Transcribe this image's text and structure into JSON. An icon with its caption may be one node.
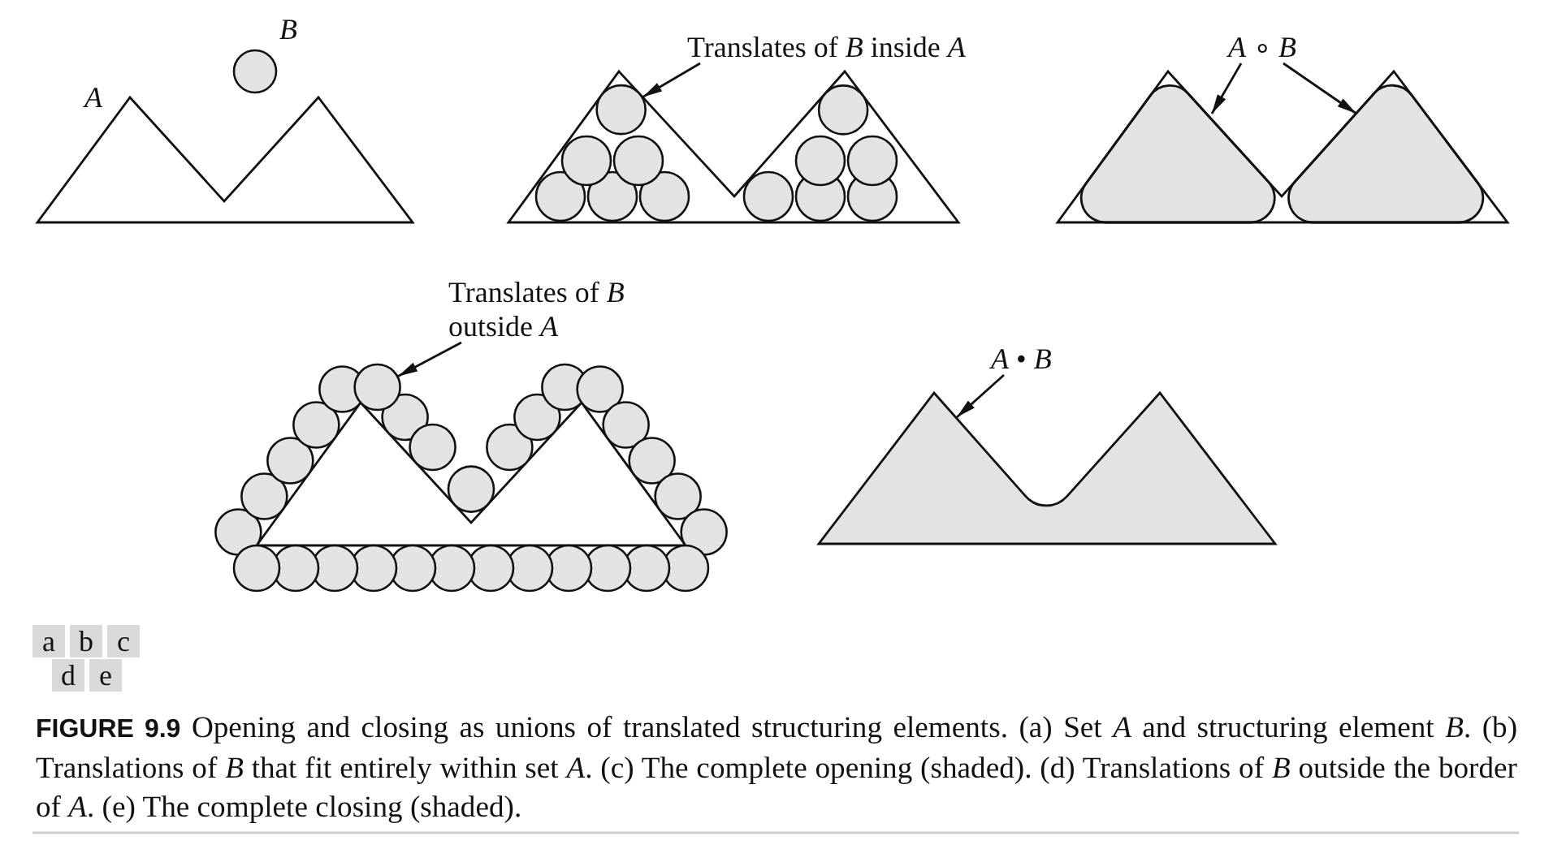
{
  "diagram": {
    "caption": "**FIGURE 9.9** Opening and closing as unions of translated structuring elements. (a) Set *A* and structuring element *B*. (b) Translations of *B* that fit entirely within set *A*. (c) The complete opening (shaded). (d) Translations of *B* outside the border of *A*. (e) The complete closing (shaded).",
    "nodes": [
      {
        "text": [
          "Translates of *B* inside *A*"
        ]
      },
      {
        "text": [],
        "shape": "circle"
      },
      {
        "text": [
          "*A* ∘ *B*"
        ]
      },
      {
        "text": [],
        "shape": "triangle"
      },
      {
        "text": [],
        "shape": "triangle"
      },
      {
        "text": [
          "Translates of *B* outside *A*"
        ]
      },
      {
        "text": [],
        "shape": "circle"
      },
      {
        "text": [
          "*A* • *B*"
        ]
      },
      {
        "text": [],
        "shape": "polygon"
      }
    ],
    "edges": [
      {
        "from": 0,
        "to": 1,
        "arrow": "to"
      },
      {
        "from": 2,
        "to": 3,
        "arrow": "to"
      },
      {
        "from": 2,
        "to": 4,
        "arrow": "to"
      },
      {
        "from": 5,
        "to": 6,
        "arrow": "to"
      },
      {
        "from": 7,
        "to": 8,
        "arrow": "to"
      }
    ],
    "labels": [
      "B",
      "A",
      "a",
      "b",
      "c",
      "d",
      "e"
    ]
  }
}
